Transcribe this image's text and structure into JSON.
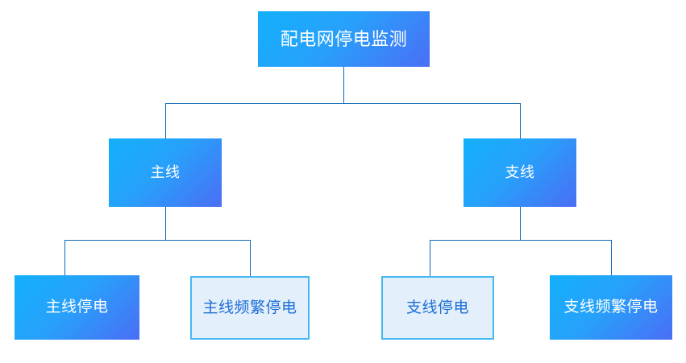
{
  "diagram": {
    "title": "配电网停电监测",
    "type": "hierarchical-tree",
    "orientation": "top-down",
    "colors": {
      "gradient_start": "#13b0fb",
      "gradient_end": "#4a6ef5",
      "outlined_fill": "#e3effb",
      "outlined_border": "#45b8f2",
      "outlined_text": "#1f6fd6",
      "filled_text": "#ffffff",
      "connector": "#1068b8",
      "background": "#ffffff"
    },
    "nodes": {
      "root": {
        "label": "配电网停电监测",
        "style": "filled",
        "level": 0
      },
      "level2": [
        {
          "label": "主线",
          "style": "filled",
          "level": 1
        },
        {
          "label": "支线",
          "style": "filled",
          "level": 1
        }
      ],
      "level3": [
        {
          "label": "主线停电",
          "style": "filled",
          "level": 2,
          "parent": "主线"
        },
        {
          "label": "主线频繁停电",
          "style": "outlined",
          "level": 2,
          "parent": "主线"
        },
        {
          "label": "支线停电",
          "style": "outlined",
          "level": 2,
          "parent": "支线"
        },
        {
          "label": "支线频繁停电",
          "style": "filled",
          "level": 2,
          "parent": "支线"
        }
      ]
    }
  }
}
